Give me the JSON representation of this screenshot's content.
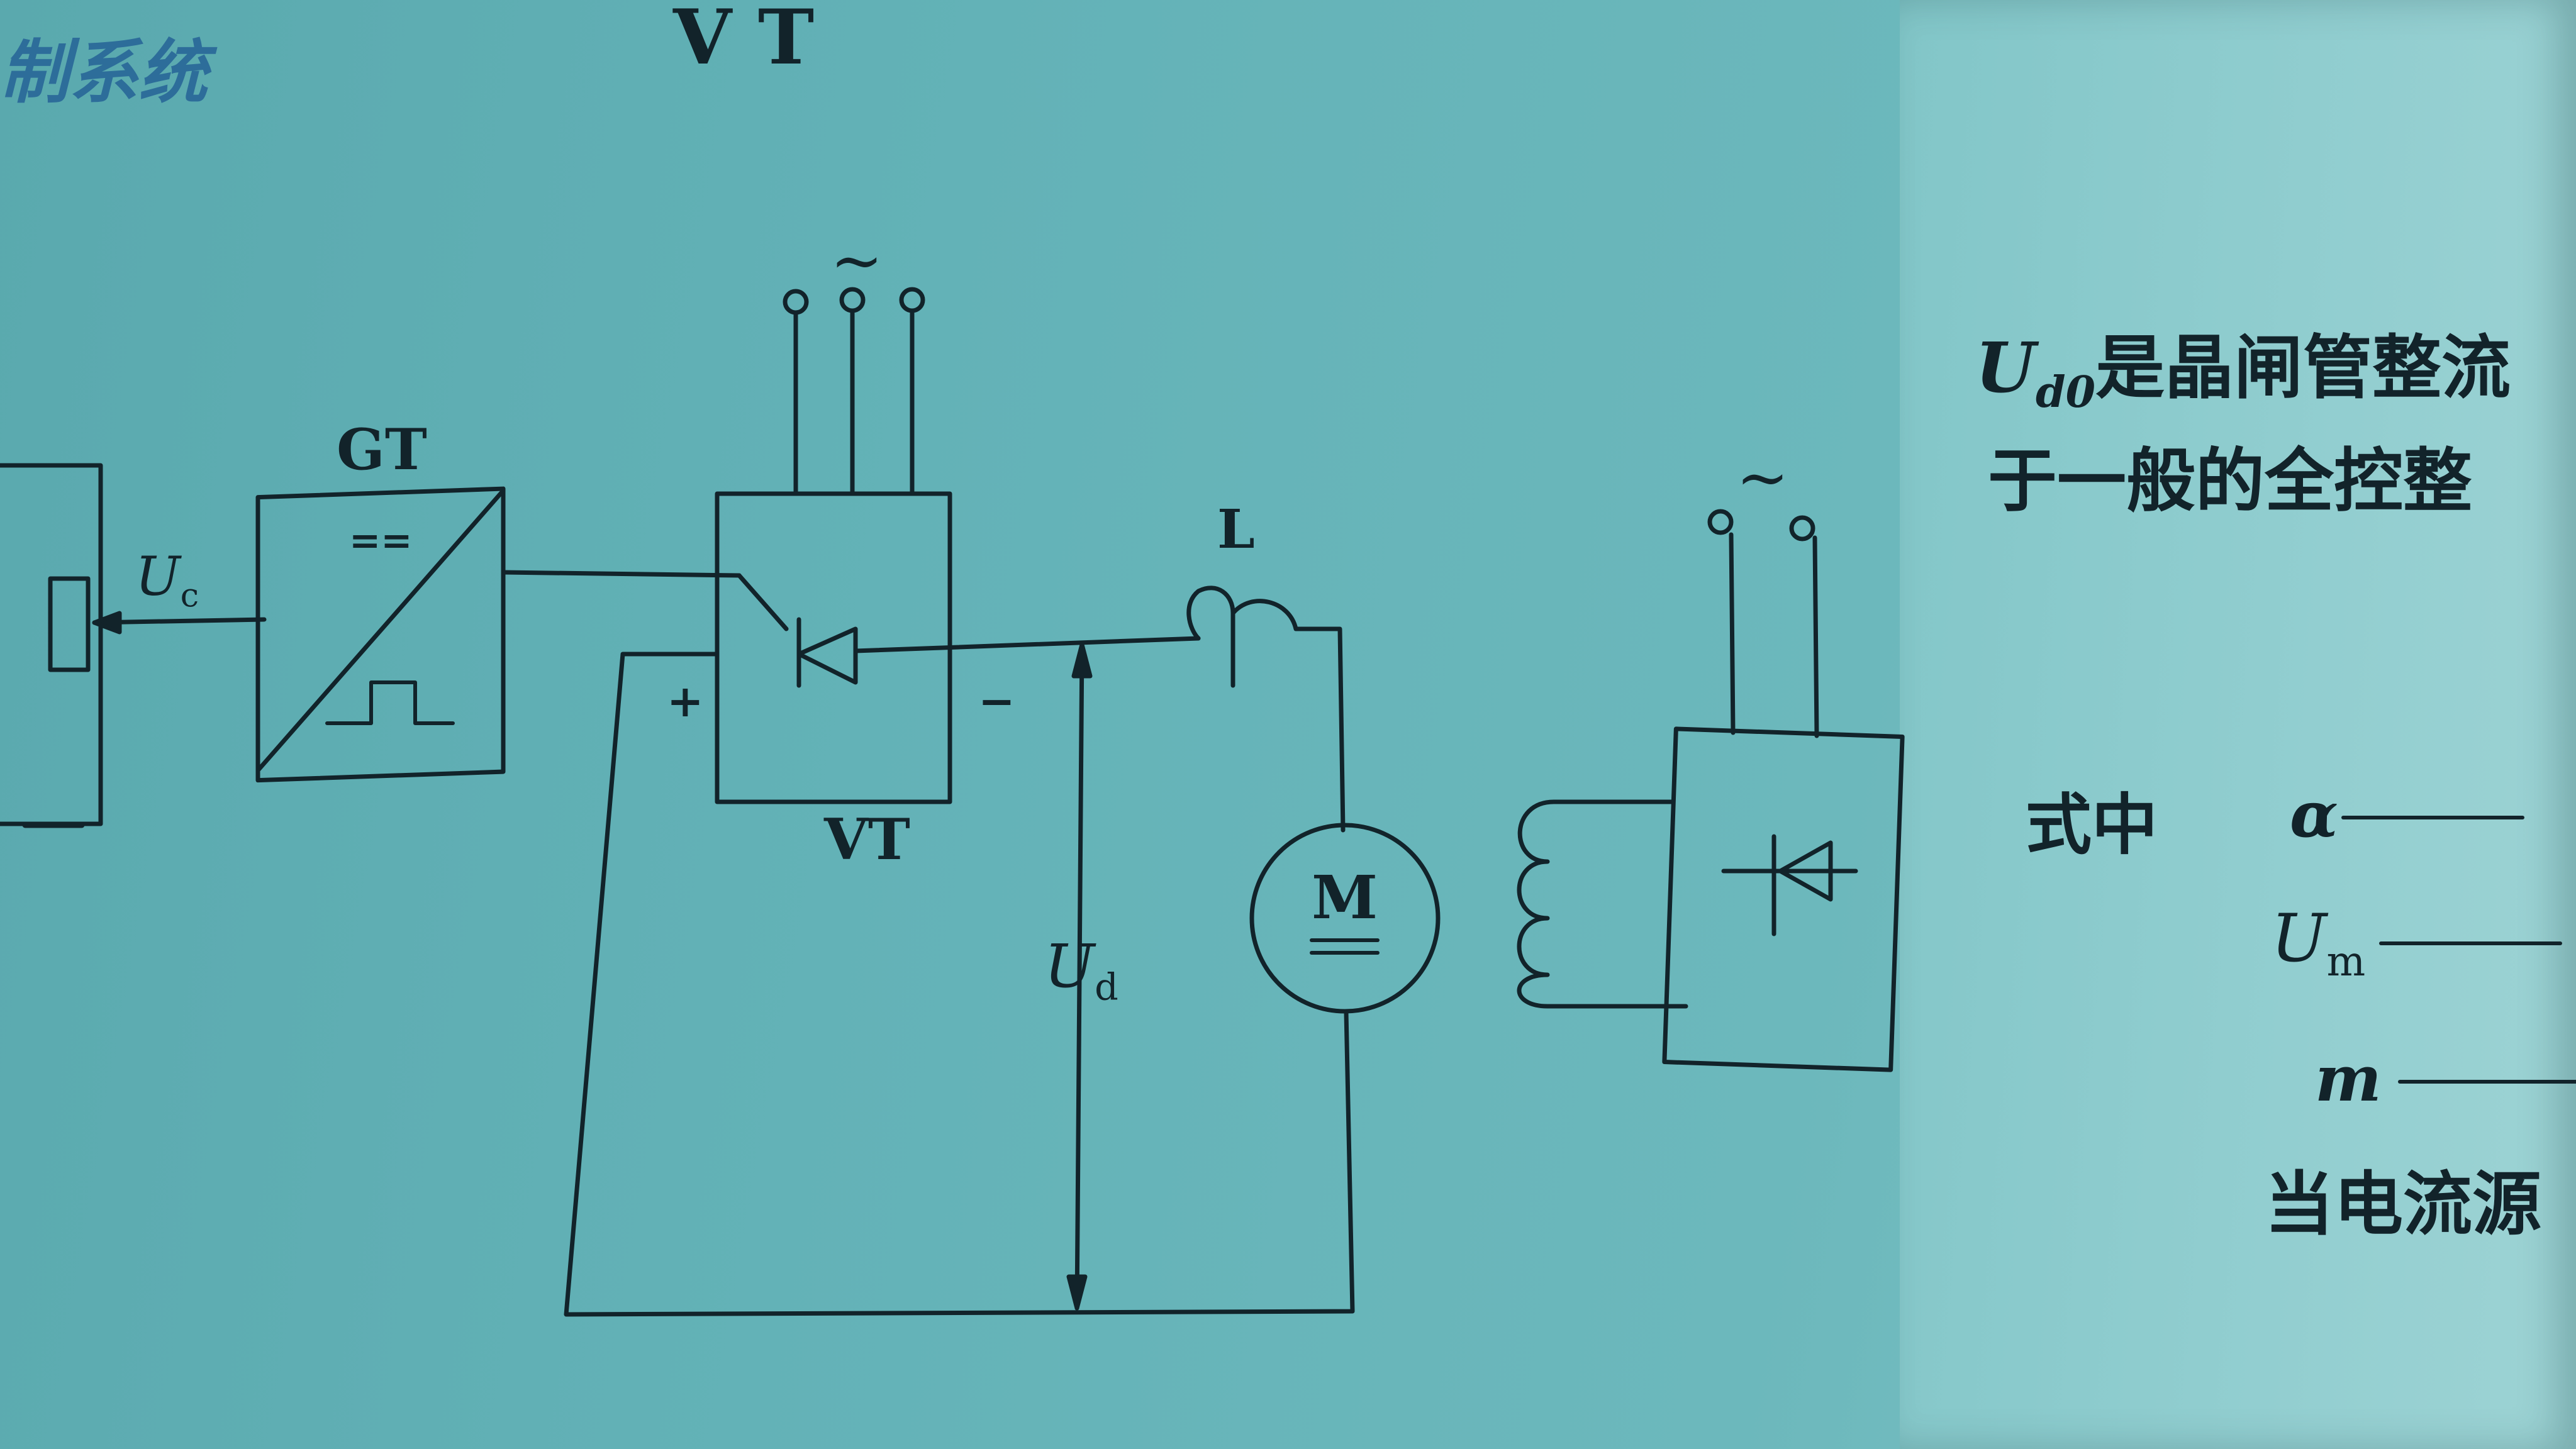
{
  "header": {
    "title": "制系统"
  },
  "labels": {
    "gt": "GT",
    "vt": "VT",
    "inductor": "L",
    "motor": "M",
    "plus": "+",
    "minus": "−",
    "ac_top": "~",
    "ac_right": "~",
    "uc_base": "U",
    "uc_sub": "c",
    "ud_base": "U",
    "ud_sub": "d",
    "gt_dc_symbol": "=="
  },
  "side_text": {
    "line1_var": "U",
    "line1_sub": "d0",
    "line1_text": "是晶闸管整流",
    "line2": "于一般的全控整",
    "formula_label": "式中",
    "alpha": "α",
    "um_var": "U",
    "um_sub": "m",
    "m_var": "m",
    "last_line": "当电流源"
  },
  "colors": {
    "ink": "#12232a",
    "header": "#2d6d9a",
    "page": "#63b2b7"
  }
}
